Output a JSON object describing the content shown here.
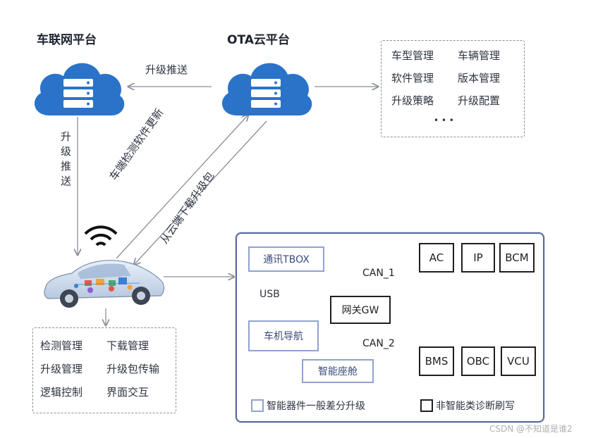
{
  "titles": {
    "connected_platform": "车联网平台",
    "ota_platform": "OTA云平台"
  },
  "arrows": {
    "push_upgrade_h": "升级推送",
    "push_upgrade_v": "升级推送",
    "detect_update": "车端检测软件更新",
    "download_package": "从云端下载升级包"
  },
  "cloud_functions": [
    "车型管理",
    "车辆管理",
    "软件管理",
    "版本管理",
    "升级策略",
    "升级配置"
  ],
  "cloud_ellipsis": "• • •",
  "vehicle_functions": [
    "检测管理",
    "下载管理",
    "升级管理",
    "升级包传输",
    "逻辑控制",
    "界面交互"
  ],
  "arch": {
    "tbox": "通讯TBOX",
    "usb": "USB",
    "head_unit": "车机导航",
    "cockpit": "智能座舱",
    "gateway": "网关GW",
    "can1": "CAN_1",
    "can2": "CAN_2",
    "ecus_top": [
      "AC",
      "IP",
      "BCM"
    ],
    "ecus_bottom": [
      "BMS",
      "OBC",
      "VCU"
    ]
  },
  "legend": {
    "smart": "智能器件一般差分升级",
    "non_smart": "非智能类诊断刷写"
  },
  "watermark": "CSDN @不知道是谁2",
  "colors": {
    "cloud": "#2a73c9",
    "smart_border": "#8fa3cf",
    "panel_border": "#5a6aa0"
  }
}
